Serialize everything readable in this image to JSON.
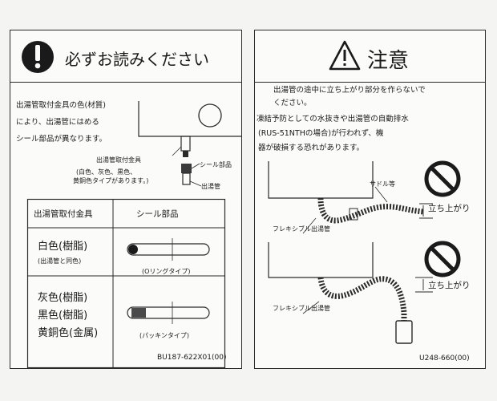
{
  "left": {
    "header_title": "必ずお読みください",
    "body_lines": [
      "出湯管取付金具の色(材質)",
      "により、出湯管にはめる",
      "シール部品が異なります。"
    ],
    "callout_fitting": "出湯管取付金具",
    "callout_fitting_note": [
      "(白色、灰色、黒色、",
      "黄銅色タイプがあります。)"
    ],
    "callout_seal": "シール部品",
    "callout_pipe": "出湯管",
    "table": {
      "col1_header": "出湯管取付金具",
      "col2_header": "シール部品",
      "row1_label": "白色(樹脂)",
      "row1_note": "(出湯管と同色)",
      "row1_part": "(Oリングタイプ)",
      "row2_labels": [
        "灰色(樹脂)",
        "黒色(樹脂)",
        "黄銅色(金属)"
      ],
      "row2_part": "(パッキンタイプ)"
    },
    "code": "BU187-622X01(00)"
  },
  "right": {
    "header_title": "注意",
    "body_lines": [
      "出湯管の途中に立ち上がり部分を作らないで",
      "ください。",
      "凍結予防としての水抜きや出湯管の自動排水",
      "(RUS-51NTHの場合)が行われず、機",
      "器が破損する恐れがあります。"
    ],
    "fig1_saddle": "サドル等",
    "fig1_rise": "立ち上がり",
    "fig1_pipe": "フレキシブル出湯管",
    "fig2_rise": "立ち上がり",
    "fig2_pipe": "フレキシブル出湯管",
    "code": "U248-660(00)"
  },
  "icons": [
    "exclamation-circle-icon",
    "warning-triangle-icon",
    "prohibited-icon"
  ]
}
